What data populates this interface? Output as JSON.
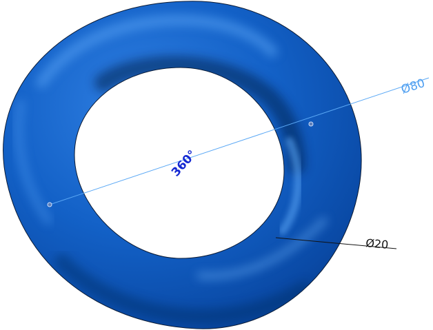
{
  "model": {
    "part_name": "torus",
    "color": "#0d57b8"
  },
  "dimensions": {
    "outer_diameter": "Ø80",
    "revolve_angle": "360°",
    "section_diameter": "Ø20"
  },
  "colors": {
    "body": "#0d57b8",
    "body_shadow": "#062a66",
    "highlight": "#4a95ee",
    "dimension_blue": "#4d9ef0",
    "angle_text": "#1428d2",
    "leader_black": "#111111"
  }
}
